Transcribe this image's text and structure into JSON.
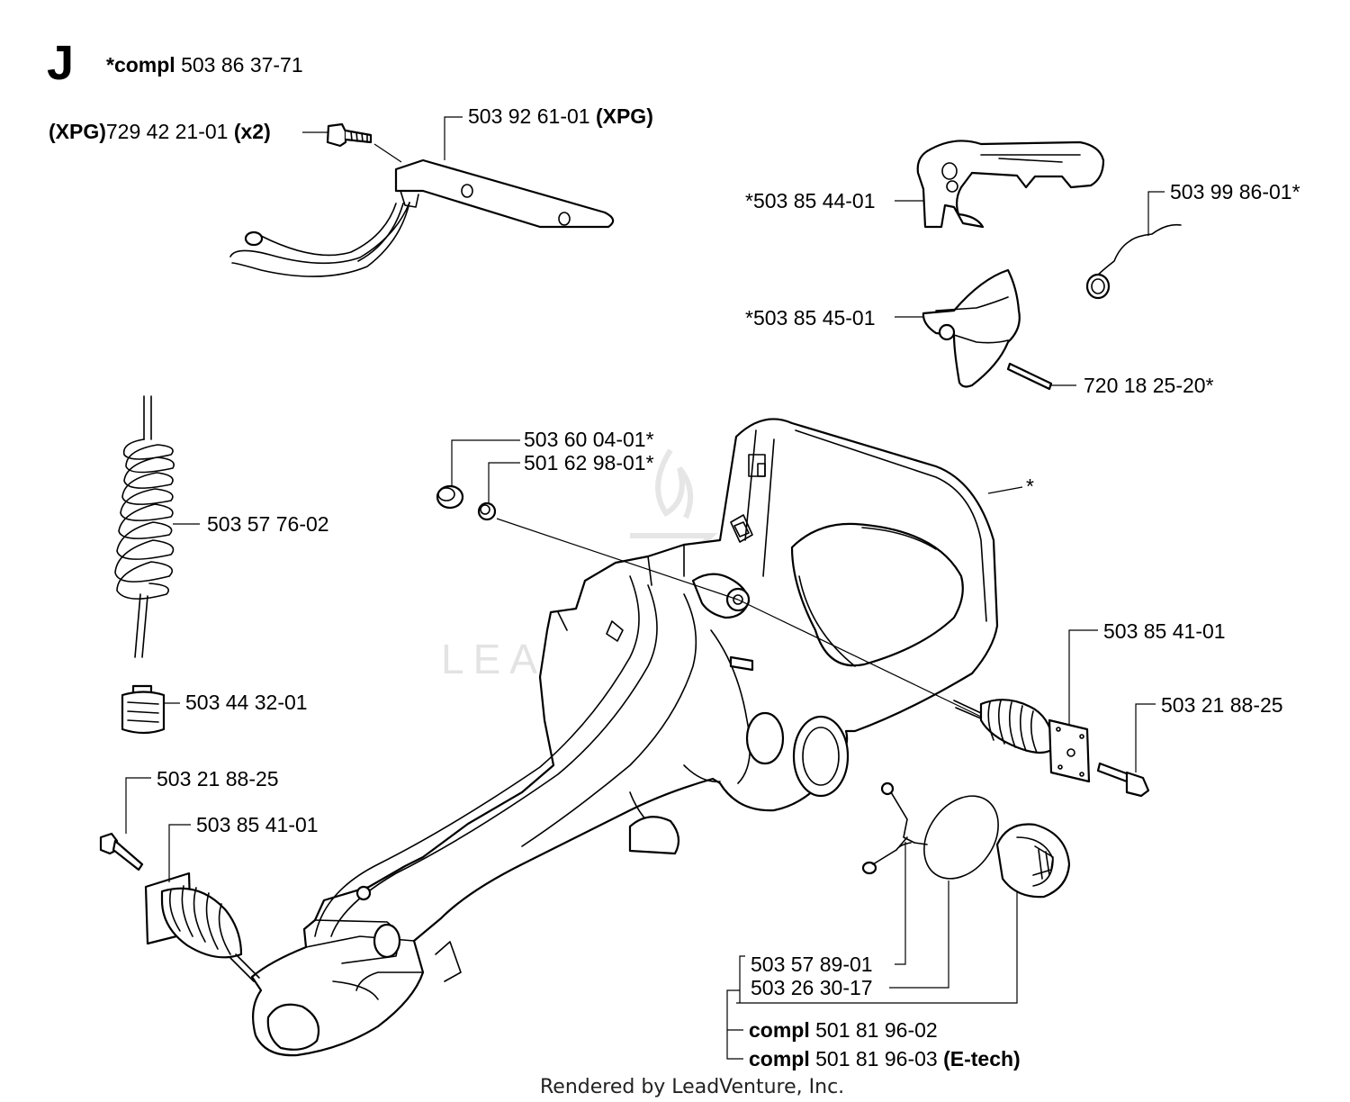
{
  "section_letter": "J",
  "watermark": "LEADVENTURE",
  "footer": "Rendered by LeadVenture, Inc.",
  "header_assembly": {
    "prefix": "*compl",
    "number": "503 86 37-71"
  },
  "labels": {
    "screw_xpg": {
      "prefix": "(XPG)",
      "number": "729 42 21-01",
      "suffix": "(x2)"
    },
    "bracket_xpg": {
      "number": "503 92 61-01",
      "suffix": "(XPG)"
    },
    "throttle_lever": "*503 85 44-01",
    "trigger_spring": "503 99 86-01*",
    "lockout": "*503 85 45-01",
    "pin": "720 18 25-20*",
    "fuel_hose": "503 57 76-02",
    "fuel_filter": "503 44 32-01",
    "plug_large": "503 60 04-01*",
    "plug_small": "501 62 98-01*",
    "handle": "*",
    "av_spring_right": "503 85 41-01",
    "screw_right": "503 21 88-25",
    "screw_left": "503 21 88-25",
    "av_spring_left": "503 85 41-01",
    "cap_bail": "503 57 89-01",
    "cap_oring": "503 26 30-17",
    "cap_compl": {
      "prefix": "compl",
      "number": "501 81 96-02"
    },
    "cap_compl_etech": {
      "prefix": "compl",
      "number": "501 81 96-03",
      "suffix": "(E-tech)"
    }
  }
}
